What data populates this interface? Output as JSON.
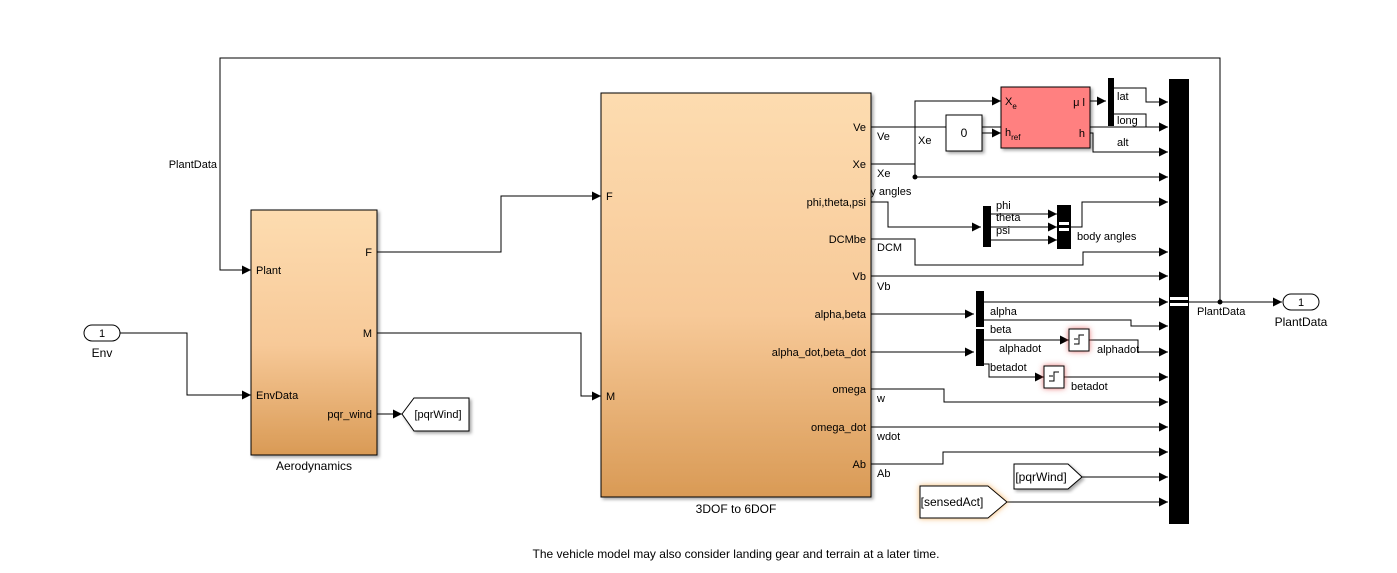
{
  "inports": [
    {
      "number": "1",
      "name": "Env"
    }
  ],
  "outports": [
    {
      "number": "1",
      "name": "PlantData"
    }
  ],
  "aero": {
    "title": "Aerodynamics",
    "in_ports": [
      "Plant",
      "EnvData"
    ],
    "out_ports": [
      "F",
      "M",
      "pqr_wind"
    ]
  },
  "sixdof": {
    "title": "3DOF to 6DOF",
    "in_ports": [
      "F",
      "M"
    ],
    "out_ports": [
      "Ve",
      "Xe",
      "phi,theta,psi",
      "DCMbe",
      "Vb",
      "alpha,beta",
      "alpha_dot,beta_dot",
      "omega",
      "omega_dot",
      "Ab"
    ]
  },
  "lla": {
    "in_ports": [
      "X",
      "h"
    ],
    "in_subscripts": [
      "e",
      "ref"
    ],
    "out_ports": [
      "μ l",
      "h"
    ],
    "color": "#ff8080"
  },
  "constant": {
    "value": "0"
  },
  "goto": {
    "tag": "[pqrWind]"
  },
  "froms": [
    {
      "tag": "[pqrWind]"
    },
    {
      "tag": "[sensedAct]"
    }
  ],
  "signal_labels": {
    "plant_feedback": "PlantData",
    "ve": "Ve",
    "xe": "Xe",
    "xe_branch": "Xe",
    "body_angles": "body angles",
    "phi": "phi",
    "theta": "theta",
    "psi": "psi",
    "body_angles_out": "body angles",
    "dcm": "DCM",
    "vb": "Vb",
    "alpha": "alpha",
    "beta": "beta",
    "alphadot": "alphadot",
    "alphadot_out": "alphadot",
    "betadot": "betadot",
    "betadot_out": "betadot",
    "w": "w",
    "wdot": "wdot",
    "ab": "Ab",
    "lat": "lat",
    "long": "long",
    "alt": "alt",
    "plantdata_bus": "PlantData"
  },
  "note": "The vehicle model may also consider landing gear and terrain at a later time.",
  "colors": {
    "block_top": "#fddcb0",
    "block_bottom": "#d99a55",
    "bus": "#000000",
    "lla": "#ff8080"
  }
}
